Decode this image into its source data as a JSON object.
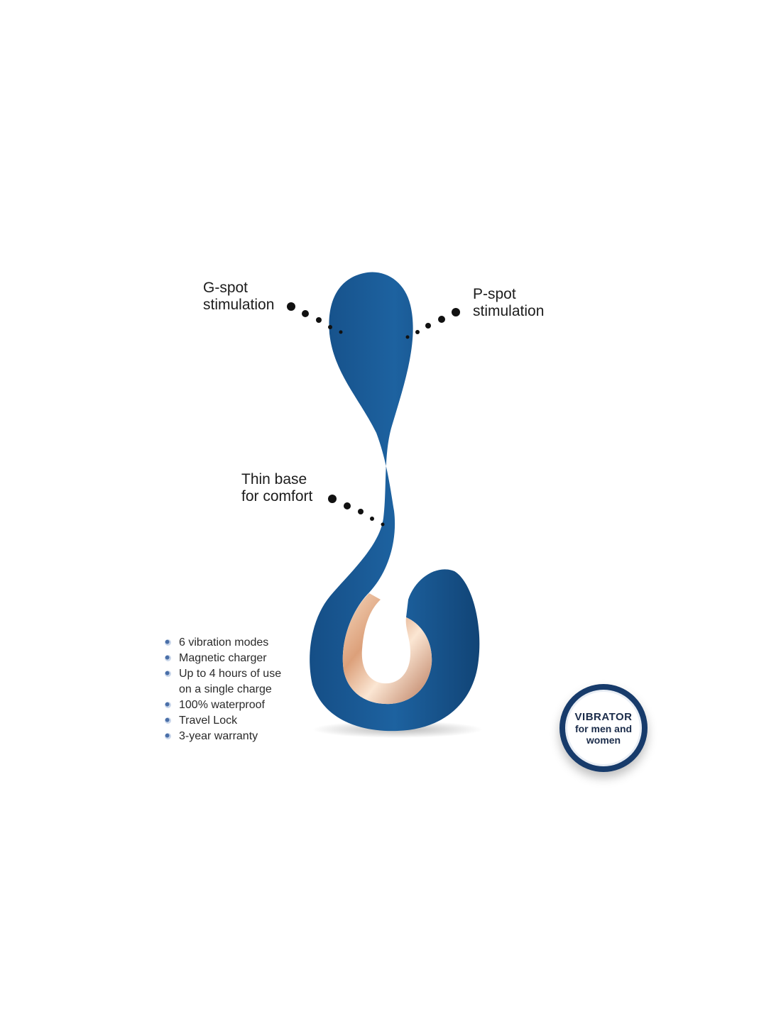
{
  "callouts": {
    "gspot": {
      "line1": "G-spot",
      "line2": "stimulation"
    },
    "pspot": {
      "line1": "P-spot",
      "line2": "stimulation"
    },
    "thin": {
      "line1": "Thin base",
      "line2": "for comfort"
    }
  },
  "features": [
    "6 vibration modes",
    "Magnetic charger",
    "Up to 4 hours of use",
    "on a single charge",
    "100% waterproof",
    "Travel Lock",
    "3-year warranty"
  ],
  "badge": {
    "line1": "VIBRATOR",
    "line2": "for men and",
    "line3": "women"
  },
  "colors": {
    "product_blue": "#1a5a94",
    "accent_rose_gold": "#e6b38e",
    "badge_ring": "#173b6b",
    "callout_dot": "#111111"
  }
}
